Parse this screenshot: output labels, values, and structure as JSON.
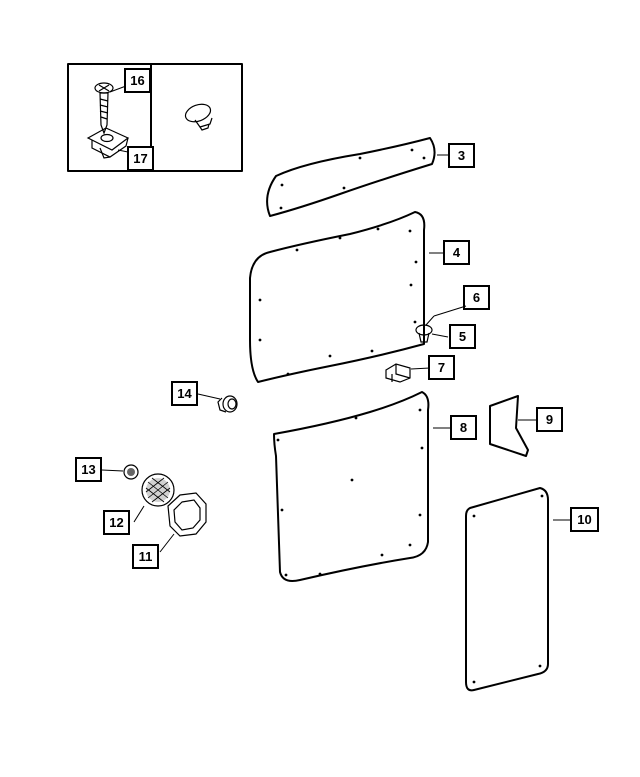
{
  "callouts": {
    "c3": "3",
    "c4": "4",
    "c5": "5",
    "c6": "6",
    "c7": "7",
    "c8": "8",
    "c9": "9",
    "c10": "10",
    "c11": "11",
    "c12": "12",
    "c13": "13",
    "c14": "14",
    "c16": "16",
    "c17": "17"
  }
}
